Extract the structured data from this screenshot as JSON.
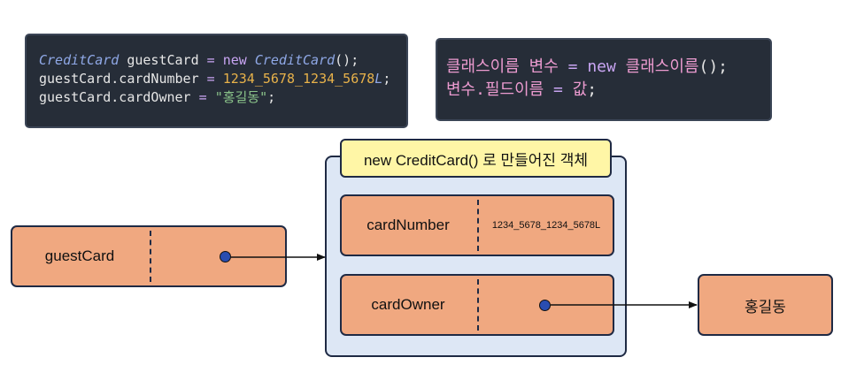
{
  "code1": {
    "line1": {
      "type": "CreditCard",
      "var": "guestCard",
      "eq": "=",
      "kw_new": "new",
      "ctor": "CreditCard",
      "tail": "();"
    },
    "line2": {
      "lhs": "guestCard.cardNumber",
      "eq": "=",
      "value": "1234_5678_1234_5678",
      "suffix": "L",
      "semi": ";"
    },
    "line3": {
      "lhs": "guestCard.cardOwner",
      "eq": "=",
      "value": "\"홍길동\"",
      "semi": ";"
    }
  },
  "code2": {
    "line1": {
      "cls": "클래스이름",
      "var": "변수",
      "eq": "=",
      "kw_new": "new",
      "ctor": "클래스이름",
      "tail": "();"
    },
    "line2": {
      "lhs": "변수.필드이름",
      "eq": "=",
      "rhs": "값",
      "semi": ";"
    }
  },
  "object": {
    "label": "new CreditCard() 로 만들어진 객체",
    "fields": [
      {
        "name": "cardNumber",
        "value": "1234_5678_1234_5678L"
      },
      {
        "name": "cardOwner",
        "value": ""
      }
    ]
  },
  "variable": {
    "name": "guestCard"
  },
  "string_object": {
    "value": "홍길동"
  },
  "colors": {
    "code_bg": "#262d38",
    "cell_fill": "#f0a880",
    "container_fill": "#dde7f5",
    "label_fill": "#fff6a6",
    "pointer_dot": "#2a4db0"
  }
}
